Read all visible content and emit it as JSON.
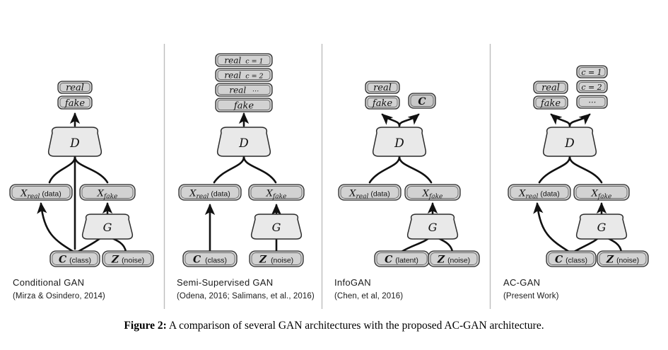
{
  "figure": {
    "caption_label": "Figure 2:",
    "caption_text": " A comparison of several GAN architectures with the proposed AC-GAN architecture."
  },
  "colors": {
    "node_fill": "#d2d2d2",
    "node_fill_inner": "#d8d8d8",
    "node_stroke": "#2b2b2b",
    "trapezoid_fill": "#e9e9e9",
    "trapezoid_stroke": "#2b2b2b",
    "edge_stroke": "#111111",
    "divider": "#bdbdbd",
    "text": "#111111",
    "background": "#ffffff"
  },
  "panels": [
    {
      "id": "conditional-gan",
      "title": "Conditional GAN",
      "citation": "(Mirza & Osindero, 2014)",
      "outputs": [
        {
          "id": "real",
          "main": "real",
          "sub": ""
        },
        {
          "id": "fake",
          "main": "fake",
          "sub": ""
        }
      ],
      "discriminator": "D",
      "generator": "G",
      "inputs": [
        {
          "id": "x-real",
          "main": "X",
          "subscript": "real",
          "sub": "(data)"
        },
        {
          "id": "x-fake",
          "main": "X",
          "subscript": "fake",
          "sub": ""
        }
      ],
      "latents": [
        {
          "id": "c",
          "main": "C",
          "sub": "(class)"
        },
        {
          "id": "z",
          "main": "Z",
          "sub": "(noise)"
        }
      ]
    },
    {
      "id": "semi-supervised-gan",
      "title": "Semi-Supervised GAN",
      "citation": "(Odena, 2016;  Salimans, et al., 2016)",
      "outputs": [
        {
          "id": "real-c1",
          "main": "real",
          "sub": "c = 1"
        },
        {
          "id": "real-c2",
          "main": "real",
          "sub": "c = 2"
        },
        {
          "id": "real-cdots",
          "main": "real",
          "sub": "⋯"
        },
        {
          "id": "fake",
          "main": "fake",
          "sub": ""
        }
      ],
      "discriminator": "D",
      "generator": "G",
      "inputs": [
        {
          "id": "x-real",
          "main": "X",
          "subscript": "real",
          "sub": "(data)"
        },
        {
          "id": "x-fake",
          "main": "X",
          "subscript": "fake",
          "sub": ""
        }
      ],
      "latents": [
        {
          "id": "c",
          "main": "C",
          "sub": "(class)"
        },
        {
          "id": "z",
          "main": "Z",
          "sub": "(noise)"
        }
      ]
    },
    {
      "id": "infogan",
      "title": "InfoGAN",
      "citation": "(Chen, et al, 2016)",
      "outputs": [
        {
          "id": "real",
          "main": "real",
          "sub": ""
        },
        {
          "id": "fake",
          "main": "fake",
          "sub": ""
        },
        {
          "id": "c-out",
          "main": "C",
          "sub": ""
        }
      ],
      "discriminator": "D",
      "generator": "G",
      "inputs": [
        {
          "id": "x-real",
          "main": "X",
          "subscript": "real",
          "sub": "(data)"
        },
        {
          "id": "x-fake",
          "main": "X",
          "subscript": "fake",
          "sub": ""
        }
      ],
      "latents": [
        {
          "id": "c",
          "main": "C",
          "sub": "(latent)"
        },
        {
          "id": "z",
          "main": "Z",
          "sub": "(noise)"
        }
      ]
    },
    {
      "id": "ac-gan",
      "title": "AC-GAN",
      "citation": "(Present Work)",
      "outputs": [
        {
          "id": "real",
          "main": "real",
          "sub": ""
        },
        {
          "id": "fake",
          "main": "fake",
          "sub": ""
        },
        {
          "id": "c1",
          "main": "c = 1",
          "sub": ""
        },
        {
          "id": "c2",
          "main": "c = 2",
          "sub": ""
        },
        {
          "id": "cdots",
          "main": "⋯",
          "sub": ""
        }
      ],
      "discriminator": "D",
      "generator": "G",
      "inputs": [
        {
          "id": "x-real",
          "main": "X",
          "subscript": "real",
          "sub": "(data)"
        },
        {
          "id": "x-fake",
          "main": "X",
          "subscript": "fake",
          "sub": ""
        }
      ],
      "latents": [
        {
          "id": "c",
          "main": "C",
          "sub": "(class)"
        },
        {
          "id": "z",
          "main": "Z",
          "sub": "(noise)"
        }
      ]
    }
  ]
}
